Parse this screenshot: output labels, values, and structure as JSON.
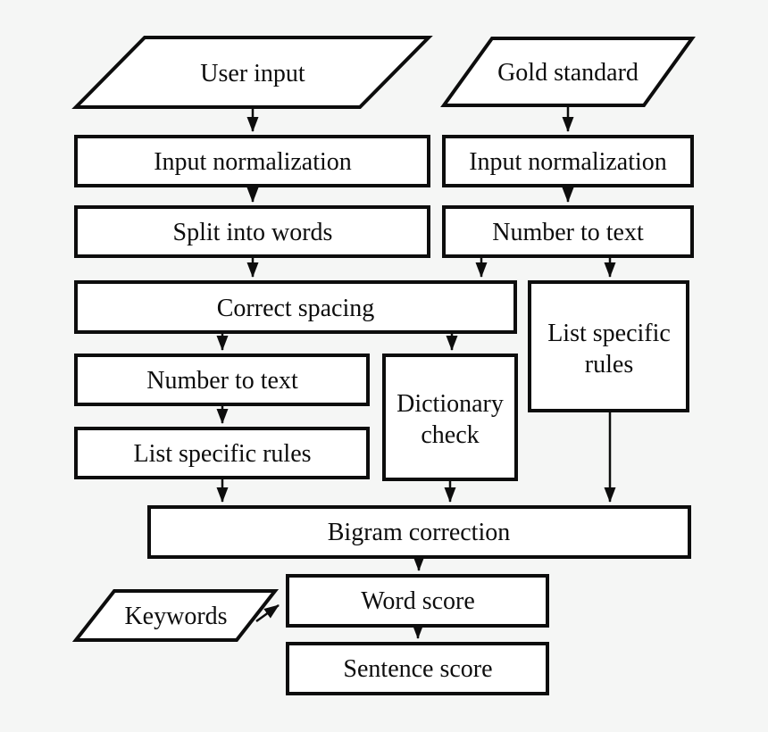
{
  "colors": {
    "bg": "#f5f6f5",
    "node_fill": "#ffffff",
    "ink": "#0d0d0d"
  },
  "diagram": {
    "type": "flowchart",
    "nodes": {
      "user_input": "User input",
      "gold_standard": "Gold standard",
      "input_normalization_left": "Input normalization",
      "input_normalization_right": "Input normalization",
      "split_into_words": "Split into words",
      "number_to_text_right": "Number to text",
      "correct_spacing": "Correct spacing",
      "list_specific_rules_right_line1": "List specific",
      "list_specific_rules_right_line2": "rules",
      "number_to_text_left": "Number to text",
      "dictionary_check_line1": "Dictionary",
      "dictionary_check_line2": "check",
      "list_specific_rules_left": "List specific rules",
      "bigram_correction": "Bigram correction",
      "word_score": "Word score",
      "keywords": "Keywords",
      "sentence_score": "Sentence score"
    },
    "edges": [
      {
        "from": "user_input",
        "to": "input_normalization_left"
      },
      {
        "from": "gold_standard",
        "to": "input_normalization_right"
      },
      {
        "from": "input_normalization_left",
        "to": "split_into_words"
      },
      {
        "from": "input_normalization_right",
        "to": "number_to_text_right"
      },
      {
        "from": "split_into_words",
        "to": "correct_spacing"
      },
      {
        "from": "number_to_text_right",
        "to": "correct_spacing"
      },
      {
        "from": "number_to_text_right",
        "to": "list_specific_rules_right"
      },
      {
        "from": "correct_spacing",
        "to": "number_to_text_left"
      },
      {
        "from": "correct_spacing",
        "to": "dictionary_check"
      },
      {
        "from": "number_to_text_left",
        "to": "list_specific_rules_left"
      },
      {
        "from": "list_specific_rules_left",
        "to": "bigram_correction"
      },
      {
        "from": "dictionary_check",
        "to": "bigram_correction"
      },
      {
        "from": "list_specific_rules_right",
        "to": "bigram_correction"
      },
      {
        "from": "bigram_correction",
        "to": "word_score"
      },
      {
        "from": "keywords",
        "to": "word_score"
      },
      {
        "from": "word_score",
        "to": "sentence_score"
      }
    ]
  }
}
